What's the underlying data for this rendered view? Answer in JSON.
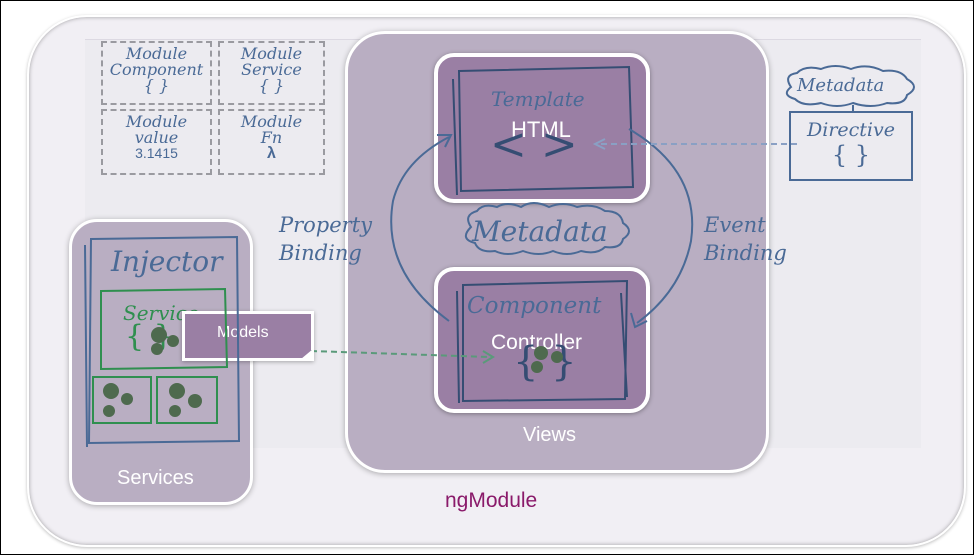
{
  "module_boxes": [
    {
      "line1": "Module",
      "line2": "Component",
      "line3": "{ }"
    },
    {
      "line1": "Module",
      "line2": "Service",
      "line3": "{ }"
    },
    {
      "line1": "Module",
      "line2": "value",
      "line3": "3.1415"
    },
    {
      "line1": "Module",
      "line2": "Fn",
      "line3": "λ"
    }
  ],
  "template": {
    "label": "Template",
    "sub": "HTML",
    "glyph": "< >"
  },
  "component": {
    "label": "Component",
    "sub": "Controller",
    "glyph": "{ }"
  },
  "metadata_center": "Metadata",
  "metadata_right": "Metadata",
  "directive": {
    "label": "Directive",
    "glyph": "{ }"
  },
  "property_binding": {
    "line1": "Property",
    "line2": "Binding"
  },
  "event_binding": {
    "line1": "Event",
    "line2": "Binding"
  },
  "injector": "Injector",
  "service": "Service",
  "service_glyph": "{ }",
  "models": "Models",
  "views_label": "Views",
  "services_label": "Services",
  "ngmodule_label": "ngModule",
  "colors": {
    "ink": "#4a6a96",
    "green_ink": "#2f8f4f",
    "tile": "#9a7fa4",
    "panel": "#b9aec2",
    "ngmodule_text": "#8a1a6a"
  }
}
